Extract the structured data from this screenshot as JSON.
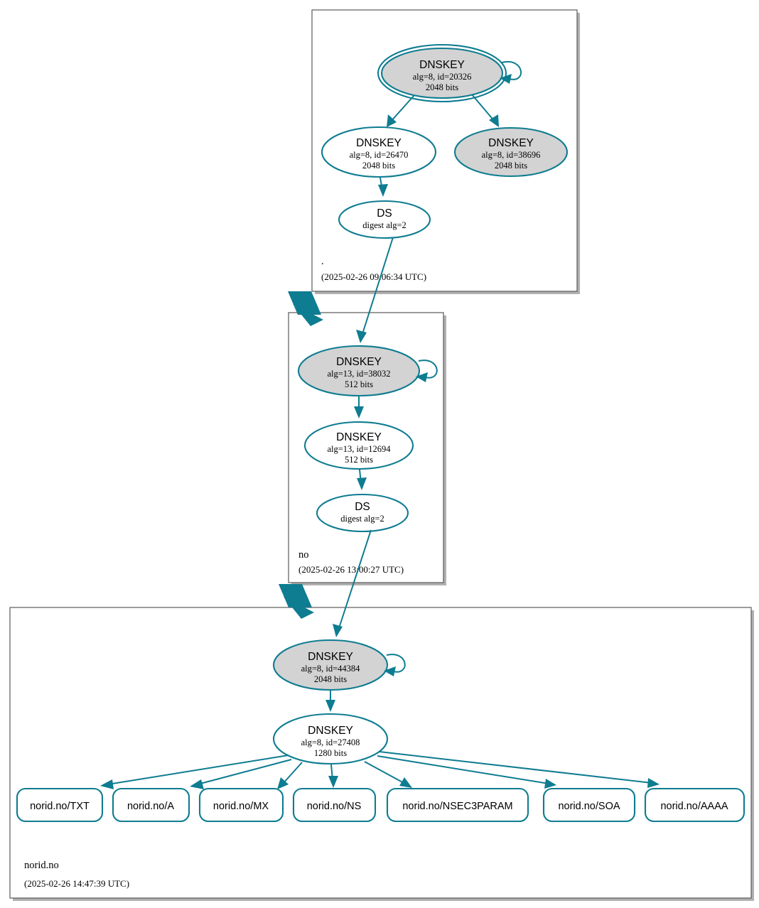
{
  "diagram": {
    "kind": "dnssec-authentication-chain",
    "colors": {
      "accent_teal": "#0e7c91",
      "ksk_fill": "#d3d3d3",
      "zsk_fill": "#ffffff",
      "zone_border": "#595959",
      "zone_shadow": "#b0b0b0",
      "background": "#ffffff"
    }
  },
  "zones": [
    {
      "id": "root",
      "name": ".",
      "timestamp": "(2025-02-26 09:06:34 UTC)",
      "nodes": [
        {
          "id": "root-ksk",
          "type": "DNSKEY",
          "title": "DNSKEY",
          "line2": "alg=8, id=20326",
          "line3": "2048 bits",
          "alg": 8,
          "key_id": 20326,
          "bits": 2048,
          "role": "trust-anchor-ksk",
          "fill": "#d3d3d3",
          "double_ring": true,
          "self_loop": true
        },
        {
          "id": "root-zsk",
          "type": "DNSKEY",
          "title": "DNSKEY",
          "line2": "alg=8, id=26470",
          "line3": "2048 bits",
          "alg": 8,
          "key_id": 26470,
          "bits": 2048,
          "role": "zsk",
          "fill": "#ffffff",
          "double_ring": false,
          "self_loop": false
        },
        {
          "id": "root-key-38696",
          "type": "DNSKEY",
          "title": "DNSKEY",
          "line2": "alg=8, id=38696",
          "line3": "2048 bits",
          "alg": 8,
          "key_id": 38696,
          "bits": 2048,
          "role": "ksk",
          "fill": "#d3d3d3",
          "double_ring": false,
          "self_loop": false
        },
        {
          "id": "root-ds",
          "type": "DS",
          "title": "DS",
          "line2": "digest alg=2",
          "line3": "",
          "digest_alg": 2,
          "role": "ds",
          "fill": "#ffffff",
          "double_ring": false,
          "self_loop": false
        }
      ]
    },
    {
      "id": "no",
      "name": "no",
      "timestamp": "(2025-02-26 13:00:27 UTC)",
      "nodes": [
        {
          "id": "no-ksk",
          "type": "DNSKEY",
          "title": "DNSKEY",
          "line2": "alg=13, id=38032",
          "line3": "512 bits",
          "alg": 13,
          "key_id": 38032,
          "bits": 512,
          "role": "ksk",
          "fill": "#d3d3d3",
          "double_ring": false,
          "self_loop": true
        },
        {
          "id": "no-zsk",
          "type": "DNSKEY",
          "title": "DNSKEY",
          "line2": "alg=13, id=12694",
          "line3": "512 bits",
          "alg": 13,
          "key_id": 12694,
          "bits": 512,
          "role": "zsk",
          "fill": "#ffffff",
          "double_ring": false,
          "self_loop": false
        },
        {
          "id": "no-ds",
          "type": "DS",
          "title": "DS",
          "line2": "digest alg=2",
          "line3": "",
          "digest_alg": 2,
          "role": "ds",
          "fill": "#ffffff",
          "double_ring": false,
          "self_loop": false
        }
      ]
    },
    {
      "id": "norid-no",
      "name": "norid.no",
      "timestamp": "(2025-02-26 14:47:39 UTC)",
      "nodes": [
        {
          "id": "norid-ksk",
          "type": "DNSKEY",
          "title": "DNSKEY",
          "line2": "alg=8, id=44384",
          "line3": "2048 bits",
          "alg": 8,
          "key_id": 44384,
          "bits": 2048,
          "role": "ksk",
          "fill": "#d3d3d3",
          "double_ring": false,
          "self_loop": true
        },
        {
          "id": "norid-zsk",
          "type": "DNSKEY",
          "title": "DNSKEY",
          "line2": "alg=8, id=27408",
          "line3": "1280 bits",
          "alg": 8,
          "key_id": 27408,
          "bits": 1280,
          "role": "zsk",
          "fill": "#ffffff",
          "double_ring": false,
          "self_loop": false
        }
      ],
      "rrsets": [
        {
          "id": "rrset-txt",
          "label": "norid.no/TXT"
        },
        {
          "id": "rrset-a",
          "label": "norid.no/A"
        },
        {
          "id": "rrset-mx",
          "label": "norid.no/MX"
        },
        {
          "id": "rrset-ns",
          "label": "norid.no/NS"
        },
        {
          "id": "rrset-nsec3param",
          "label": "norid.no/NSEC3PARAM"
        },
        {
          "id": "rrset-soa",
          "label": "norid.no/SOA"
        },
        {
          "id": "rrset-aaaa",
          "label": "norid.no/AAAA"
        }
      ]
    }
  ]
}
